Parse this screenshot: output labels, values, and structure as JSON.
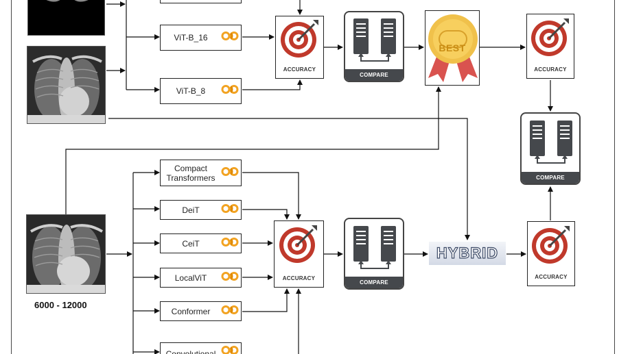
{
  "top_pipeline": {
    "models": [
      {
        "label": "ViT-B_16",
        "platform_icon": "colab-icon"
      },
      {
        "label": "ViT-B_8",
        "platform_icon": "colab-icon"
      }
    ],
    "accuracy_label": "ACCURACY",
    "compare_label": "COMPARE",
    "best_label": "BEST",
    "accuracy_right_label": "ACCURACY"
  },
  "right_column": {
    "compare_label": "COMPARE"
  },
  "bottom_pipeline": {
    "dataset_range": "6000 - 12000",
    "models": [
      {
        "label": "Compact Transformers",
        "platform_icon": "colab-icon"
      },
      {
        "label": "DeiT",
        "platform_icon": "colab-icon"
      },
      {
        "label": "CeiT",
        "platform_icon": "colab-icon"
      },
      {
        "label": "LocalViT",
        "platform_icon": "colab-icon"
      },
      {
        "label": "Conformer",
        "platform_icon": "colab-icon"
      },
      {
        "label": "Convolutional",
        "platform_icon": "colab-icon"
      }
    ],
    "accuracy_label": "ACCURACY",
    "compare_label": "COMPARE",
    "hybrid_label": "HYBRID",
    "accuracy_right_label": "ACCURACY"
  },
  "colors": {
    "line": "#111111",
    "target_red": "#c0392b",
    "medal_gold": "#f0c14b",
    "ribbon_red": "#d9534f",
    "compare_bar": "#45484c"
  }
}
